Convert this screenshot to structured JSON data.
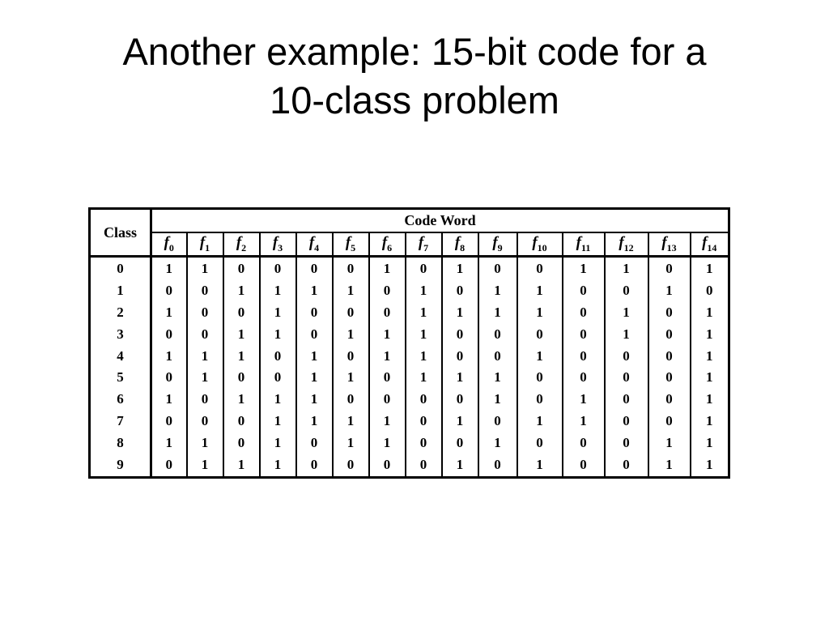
{
  "slide": {
    "title_line1": "Another example: 15-bit code for a",
    "title_line2": "10-class problem"
  },
  "table": {
    "class_header": "Class",
    "codeword_header": "Code Word",
    "function_prefix": "f",
    "function_indices": [
      "0",
      "1",
      "2",
      "3",
      "4",
      "5",
      "6",
      "7",
      "8",
      "9",
      "10",
      "11",
      "12",
      "13",
      "14"
    ],
    "rows": [
      {
        "class": "0",
        "bits": [
          "1",
          "1",
          "0",
          "0",
          "0",
          "0",
          "1",
          "0",
          "1",
          "0",
          "0",
          "1",
          "1",
          "0",
          "1"
        ]
      },
      {
        "class": "1",
        "bits": [
          "0",
          "0",
          "1",
          "1",
          "1",
          "1",
          "0",
          "1",
          "0",
          "1",
          "1",
          "0",
          "0",
          "1",
          "0"
        ]
      },
      {
        "class": "2",
        "bits": [
          "1",
          "0",
          "0",
          "1",
          "0",
          "0",
          "0",
          "1",
          "1",
          "1",
          "1",
          "0",
          "1",
          "0",
          "1"
        ]
      },
      {
        "class": "3",
        "bits": [
          "0",
          "0",
          "1",
          "1",
          "0",
          "1",
          "1",
          "1",
          "0",
          "0",
          "0",
          "0",
          "1",
          "0",
          "1"
        ]
      },
      {
        "class": "4",
        "bits": [
          "1",
          "1",
          "1",
          "0",
          "1",
          "0",
          "1",
          "1",
          "0",
          "0",
          "1",
          "0",
          "0",
          "0",
          "1"
        ]
      },
      {
        "class": "5",
        "bits": [
          "0",
          "1",
          "0",
          "0",
          "1",
          "1",
          "0",
          "1",
          "1",
          "1",
          "0",
          "0",
          "0",
          "0",
          "1"
        ]
      },
      {
        "class": "6",
        "bits": [
          "1",
          "0",
          "1",
          "1",
          "1",
          "0",
          "0",
          "0",
          "0",
          "1",
          "0",
          "1",
          "0",
          "0",
          "1"
        ]
      },
      {
        "class": "7",
        "bits": [
          "0",
          "0",
          "0",
          "1",
          "1",
          "1",
          "1",
          "0",
          "1",
          "0",
          "1",
          "1",
          "0",
          "0",
          "1"
        ]
      },
      {
        "class": "8",
        "bits": [
          "1",
          "1",
          "0",
          "1",
          "0",
          "1",
          "1",
          "0",
          "0",
          "1",
          "0",
          "0",
          "0",
          "1",
          "1"
        ]
      },
      {
        "class": "9",
        "bits": [
          "0",
          "1",
          "1",
          "1",
          "0",
          "0",
          "0",
          "0",
          "1",
          "0",
          "1",
          "0",
          "0",
          "1",
          "1"
        ]
      }
    ]
  }
}
